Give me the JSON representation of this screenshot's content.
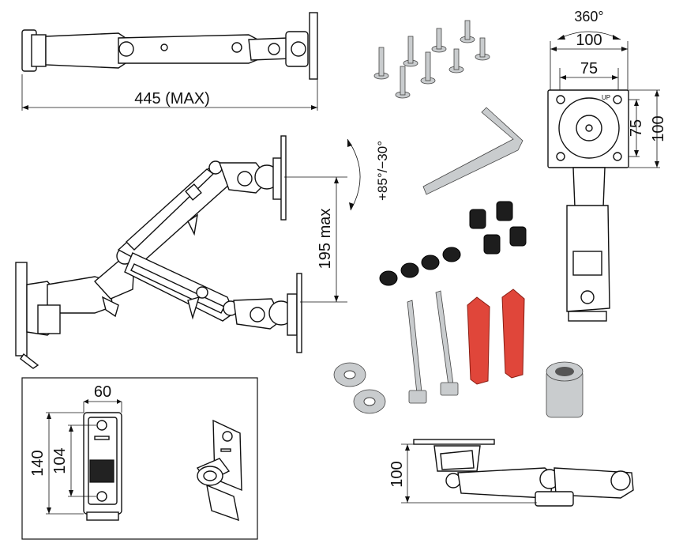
{
  "side_view": {
    "width_label": "445 (MAX)"
  },
  "arm_view": {
    "height_label": "195 max",
    "tilt_label": "+85°/−30°"
  },
  "wall_plate": {
    "width_label": "60",
    "height_label": "140",
    "hole_spacing_label": "104"
  },
  "vesa_plate": {
    "rotation_label": "360°",
    "outer_width_label": "100",
    "inner_width_label": "75",
    "inner_height_label": "75",
    "outer_height_label": "100",
    "up_label": "UP"
  },
  "bottom_view": {
    "height_label": "100"
  },
  "hardware": {
    "colors": {
      "anchor": "#e0463a",
      "steel": "#c9ccce",
      "spacer": "#1d1d1d"
    },
    "items": [
      "m-screws",
      "allen-key",
      "tall-spacers",
      "short-spacers",
      "lag-screws",
      "wall-anchors",
      "washers",
      "sleeve"
    ]
  }
}
